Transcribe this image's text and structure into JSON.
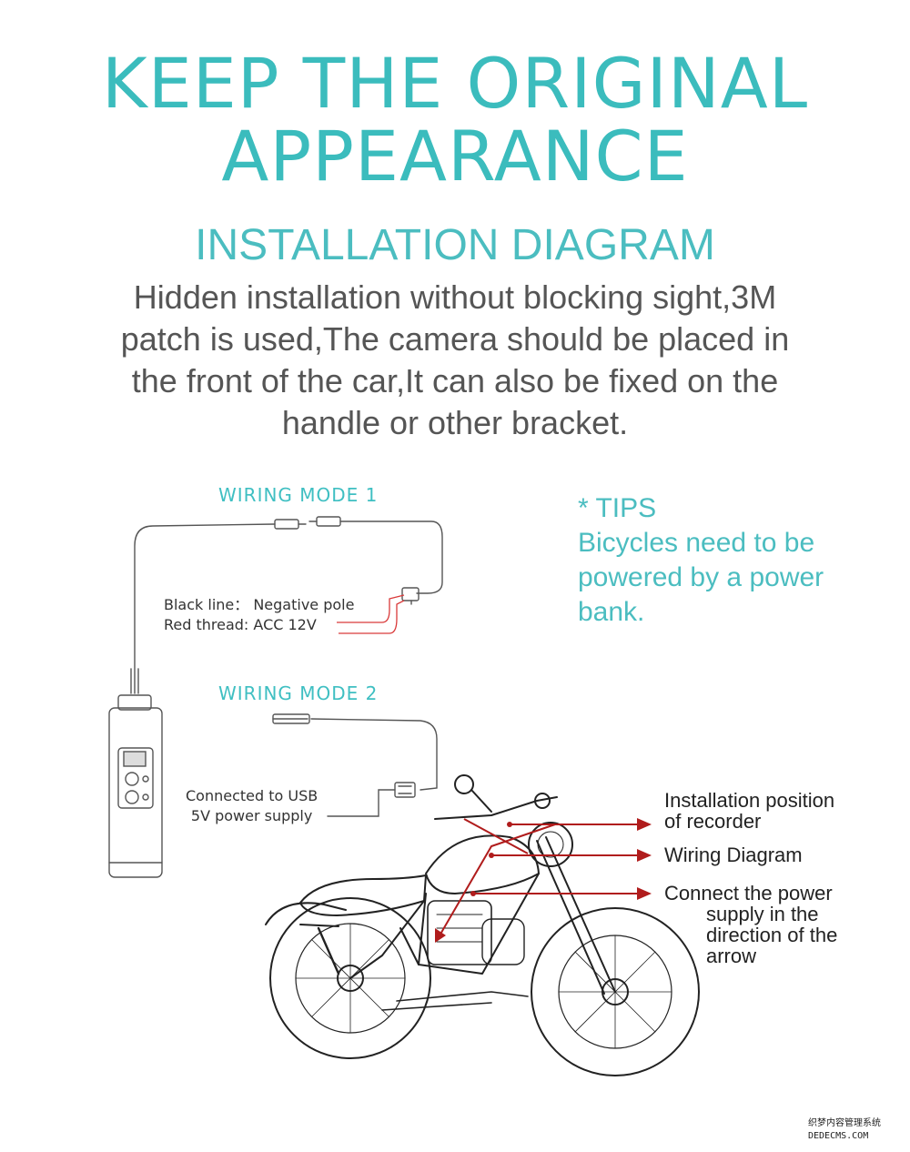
{
  "header": {
    "title_lines": [
      "KEEP THE ORIGINAL",
      "APPEARANCE"
    ],
    "subtitle": "INSTALLATION DIAGRAM",
    "description_lines": [
      "Hidden installation without blocking sight,3M",
      "patch is used,The camera should be placed in",
      "the front of the car,It can also be fixed on the",
      "handle or other bracket."
    ]
  },
  "wiring": {
    "mode1_label": "WIRING MODE 1",
    "mode2_label": "WIRING MODE 2",
    "black_line": "Black line： Negative pole",
    "red_thread": "Red thread: ACC 12V",
    "usb_lines": [
      "Connected to USB",
      "5V power supply"
    ]
  },
  "tips": {
    "heading": "* TIPS",
    "lines": [
      "Bicycles need to be",
      "powered by a power",
      "bank."
    ]
  },
  "callouts": {
    "recorder_lines": [
      "Installation position",
      "of recorder"
    ],
    "wiring_diagram": "Wiring Diagram",
    "power_lines": [
      "Connect the power",
      "supply in the",
      "direction of the",
      "arrow"
    ]
  },
  "colors": {
    "accent": "#3bbcbd",
    "body_text": "#555555",
    "arrow_red": "#b01c1c",
    "wire_red": "#d93a3a"
  },
  "watermark": {
    "line1": "织梦内容管理系统",
    "line2": "DEDECMS.COM"
  }
}
